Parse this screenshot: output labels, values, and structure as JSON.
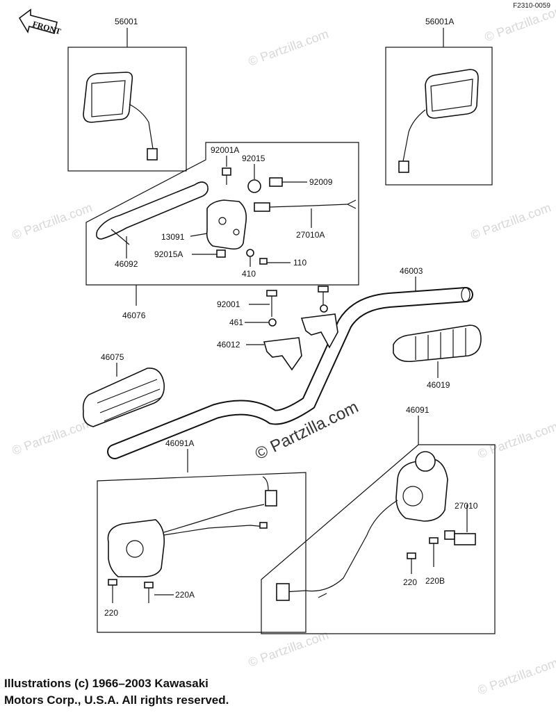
{
  "diagram_code": "F2310-0059",
  "front_label": "FRONT",
  "watermark_main": "© Partzilla.com",
  "watermark_small": "© Partzilla.com",
  "footer": {
    "line1": "Illustrations (c) 1966–2003 Kawasaki",
    "line2": "Motors Corp., U.S.A.  All rights reserved."
  },
  "parts": {
    "p56001": "56001",
    "p56001A": "56001A",
    "p92001A": "92001A",
    "p92015": "92015",
    "p92009": "92009",
    "p13091": "13091",
    "p27010A": "27010A",
    "p46092": "46092",
    "p92015A": "92015A",
    "p410": "410",
    "p110": "110",
    "p46076": "46076",
    "p46003": "46003",
    "p92001": "92001",
    "p461": "461",
    "p46012": "46012",
    "p46075": "46075",
    "p46019": "46019",
    "p46091": "46091",
    "p46091A": "46091A",
    "p27010": "27010",
    "p220a": "220",
    "p220B": "220B",
    "p220A": "220A",
    "p220b": "220"
  }
}
